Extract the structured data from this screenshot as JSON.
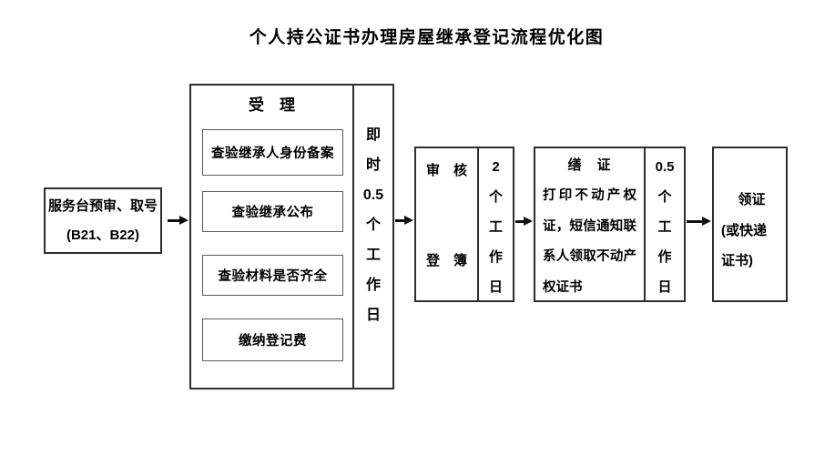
{
  "title": "个人持公证书办理房屋继承登记流程优化图",
  "start": {
    "line1": "服务台预审、取号",
    "line2": "(B21、B22)"
  },
  "acceptance": {
    "header": "受　理",
    "steps": [
      "查验继承人身份备案",
      "查验继承公布",
      "查验材料是否齐全",
      "缴纳登记费"
    ],
    "duration": [
      "即",
      "时",
      "0.5",
      "个",
      "工",
      "作",
      "日"
    ]
  },
  "review": {
    "label_top": "审　核",
    "label_bottom": "登　簿",
    "duration": [
      "2",
      "个",
      "工",
      "作",
      "日"
    ]
  },
  "certificate": {
    "header": "缮　证",
    "lines": [
      "打印不动产权",
      "证，短信通知联",
      "系人领取不动产",
      "权证书"
    ],
    "duration": [
      "0.5",
      "个",
      "工",
      "作",
      "日"
    ]
  },
  "receive": {
    "lines": [
      "领证",
      "(或快递",
      "证书)"
    ]
  },
  "colors": {
    "background": "#ffffff",
    "text": "#000000",
    "border_outer": "#2e2e2e",
    "border_inner": "#5a5a5a"
  }
}
